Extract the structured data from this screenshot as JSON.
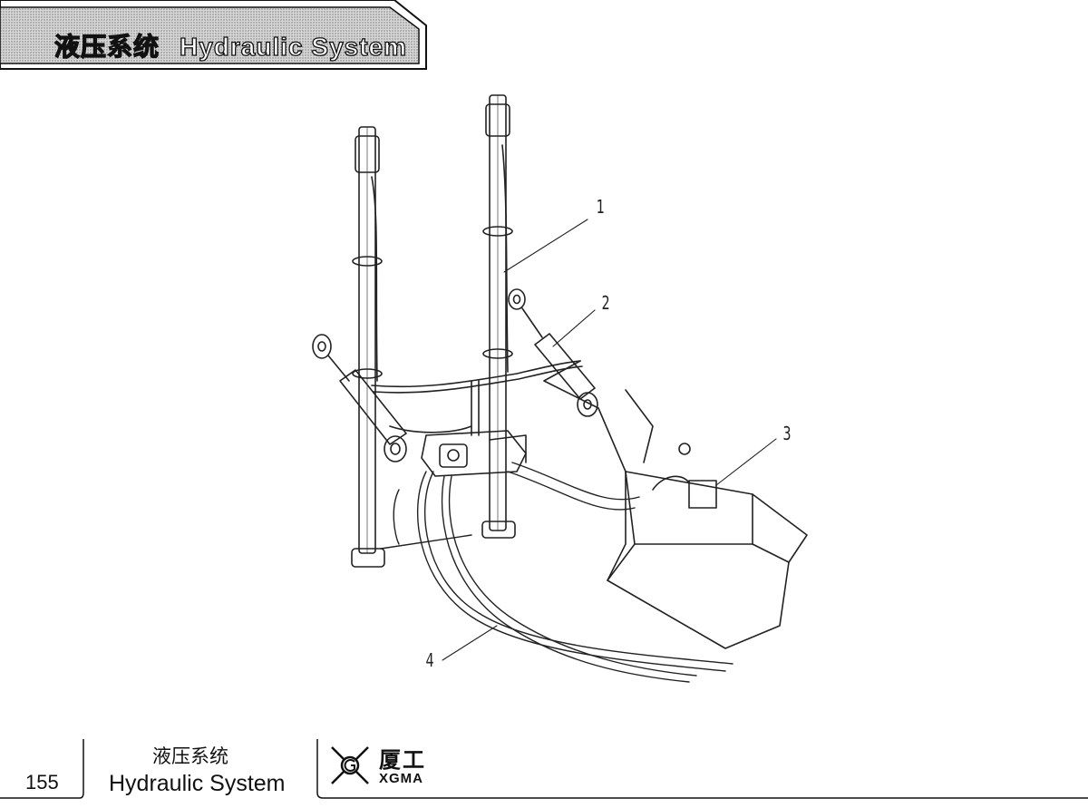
{
  "header": {
    "title_cn": "液压系统",
    "title_en": "Hydraulic System"
  },
  "callouts": [
    "1",
    "2",
    "3",
    "4"
  ],
  "footer": {
    "page_number": "155",
    "section_cn": "液压系统",
    "section_en": "Hydraulic System",
    "brand_cn": "厦工",
    "brand_en": "XGMA"
  }
}
